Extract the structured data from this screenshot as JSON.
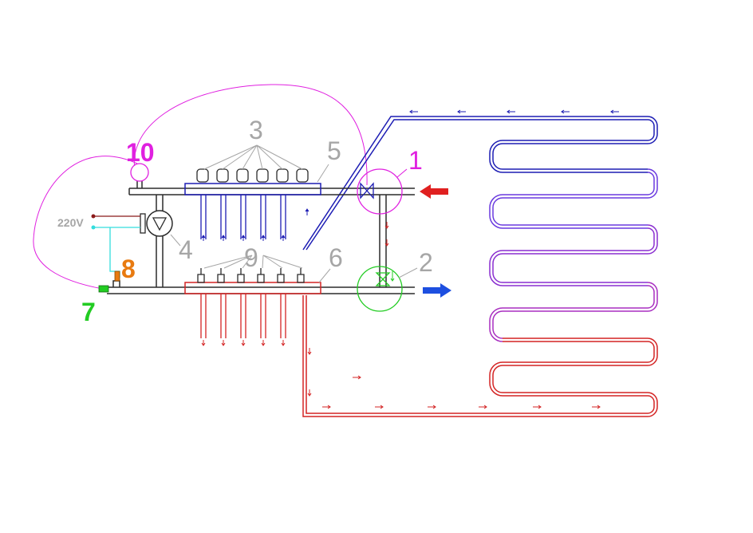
{
  "labels": {
    "l1": "1",
    "l2": "2",
    "l3": "3",
    "l4": "4",
    "l5": "5",
    "l6": "6",
    "l7": "7",
    "l8": "8",
    "l9": "9",
    "l10": "10",
    "voltage": "220V"
  },
  "colors": {
    "pipe": "#2b2b2b",
    "supply": "#1d1db4",
    "return": "#d42424",
    "mixed": "#8a2ed0",
    "magenta": "#e020e0",
    "green": "#22cc22",
    "cyan": "#33dddd",
    "orange": "#e87a10",
    "gray": "#a6a6a6",
    "darkred": "#8b1a1a"
  }
}
